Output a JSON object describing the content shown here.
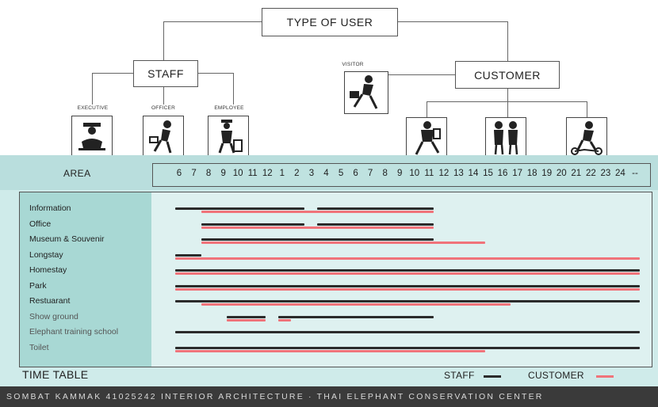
{
  "hierarchy": {
    "root": "TYPE OF USER",
    "staff": "STAFF",
    "customer": "CUSTOMER",
    "visitor": "VISITOR",
    "staff_roles": [
      "EXECUTIVE",
      "OFFICER",
      "EMPLOYEE"
    ]
  },
  "area": {
    "label": "AREA",
    "hours": [
      "6",
      "7",
      "8",
      "9",
      "10",
      "11",
      "12",
      "1",
      "2",
      "3",
      "4",
      "5",
      "6",
      "7",
      "8",
      "9",
      "10",
      "11",
      "12",
      "13",
      "14",
      "15",
      "16",
      "17",
      "18",
      "19",
      "20",
      "21",
      "22",
      "23",
      "24",
      "--"
    ]
  },
  "rows": [
    {
      "label": "Information",
      "staff": [
        [
          6,
          11
        ],
        [
          11.5,
          16
        ]
      ],
      "customer": [
        [
          7,
          16
        ]
      ]
    },
    {
      "label": "Office",
      "staff": [
        [
          7,
          11
        ],
        [
          11.5,
          16
        ]
      ],
      "customer": [
        [
          7,
          16
        ]
      ]
    },
    {
      "label": "Museum & Souvenir",
      "staff": [
        [
          7,
          16
        ]
      ],
      "customer": [
        [
          7,
          18
        ]
      ]
    },
    {
      "label": "Longstay",
      "staff": [
        [
          6,
          7
        ]
      ],
      "customer": [
        [
          6,
          24
        ]
      ]
    },
    {
      "label": "Homestay",
      "staff": [
        [
          6,
          24
        ]
      ],
      "customer": [
        [
          6,
          24
        ]
      ]
    },
    {
      "label": "Park",
      "staff": [
        [
          6,
          24
        ]
      ],
      "customer": [
        [
          6,
          24
        ]
      ]
    },
    {
      "label": "Restuarant",
      "staff": [
        [
          6,
          24
        ]
      ],
      "customer": [
        [
          7,
          19
        ]
      ]
    },
    {
      "label": "Show ground",
      "staff": [
        [
          8,
          9.5
        ],
        [
          10,
          16
        ]
      ],
      "customer": [
        [
          8,
          9.5
        ],
        [
          10,
          10.5
        ]
      ]
    },
    {
      "label": "Elephant training school",
      "staff": [
        [
          6,
          24
        ]
      ],
      "customer": []
    },
    {
      "label": "Toilet",
      "staff": [
        [
          6,
          24
        ]
      ],
      "customer": [
        [
          6,
          18
        ]
      ]
    }
  ],
  "legend": {
    "title": "TIME TABLE",
    "staff": "STAFF",
    "customer": "CUSTOMER",
    "staff_color": "#2b2b2b",
    "customer_color": "#f0737a"
  },
  "footer": "SOMBAT KAMMAK 41025242 INTERIOR ARCHITECTURE · THAI ELEPHANT CONSERVATION CENTER",
  "colors": {
    "band": "#b9dedd",
    "panel": "#def1f0",
    "label_column": "#a8d8d4"
  }
}
